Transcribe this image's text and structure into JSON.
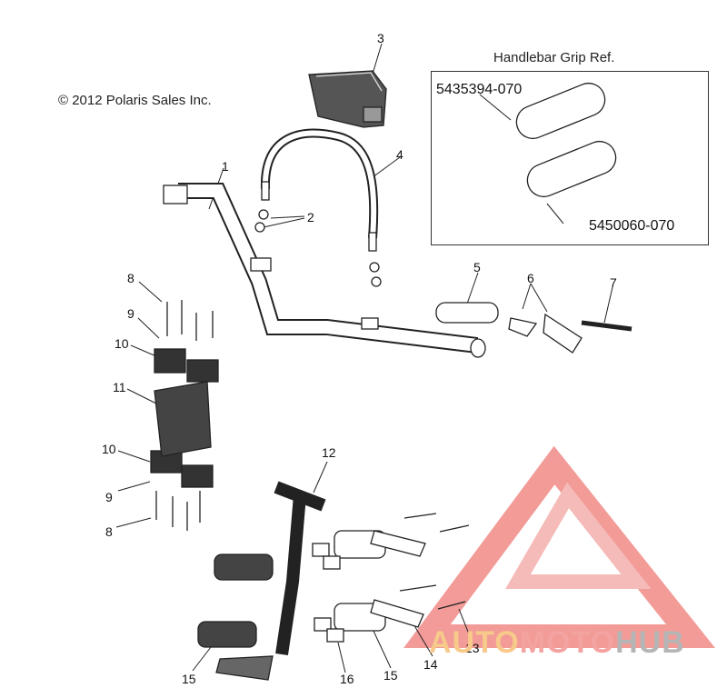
{
  "copyright": "© 2012 Polaris Sales Inc.",
  "grip_ref": {
    "title": "Handlebar Grip Ref.",
    "part_a": "5435394-070",
    "part_b": "5450060-070"
  },
  "callouts": [
    "1",
    "2",
    "3",
    "4",
    "5",
    "6",
    "7",
    "8",
    "9",
    "10",
    "11",
    "10",
    "9",
    "8",
    "12",
    "13",
    "14",
    "15",
    "15",
    "16"
  ],
  "watermark": {
    "part1": "AUTO",
    "part2": "MOTO",
    "part3": "HUB"
  },
  "colors": {
    "line": "#222222",
    "watermark_red": "#f08a86",
    "watermark_orange": "#f7c98a",
    "watermark_gray": "#b5b5b5"
  }
}
